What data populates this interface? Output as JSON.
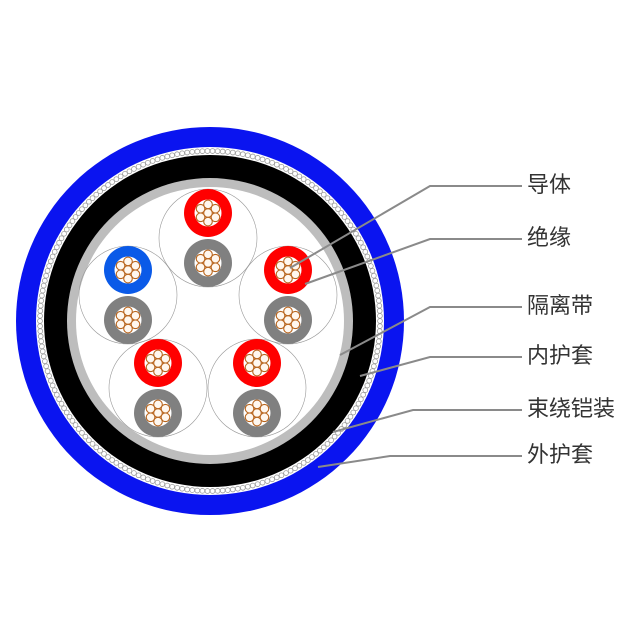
{
  "labels": [
    "导体",
    "绝缘",
    "隔离带",
    "内护套",
    "束绕铠装",
    "外护套"
  ],
  "colors": {
    "outer_sheath": "#0a14f0",
    "inner_sheath": "#000000",
    "separator_tape": "#bdbdbd",
    "armor": "#9a9a9a",
    "insulation_red": "#ff0000",
    "insulation_blue": "#0a5ae8",
    "insulation_gray": "#808080",
    "copper": "#b8651e",
    "leader": "#8a8a8a"
  },
  "pairs": [
    {
      "colors": [
        "red",
        "gray"
      ]
    },
    {
      "colors": [
        "red",
        "gray"
      ]
    },
    {
      "colors": [
        "red",
        "gray"
      ]
    },
    {
      "colors": [
        "red",
        "gray"
      ]
    },
    {
      "colors": [
        "blue",
        "gray"
      ]
    }
  ]
}
